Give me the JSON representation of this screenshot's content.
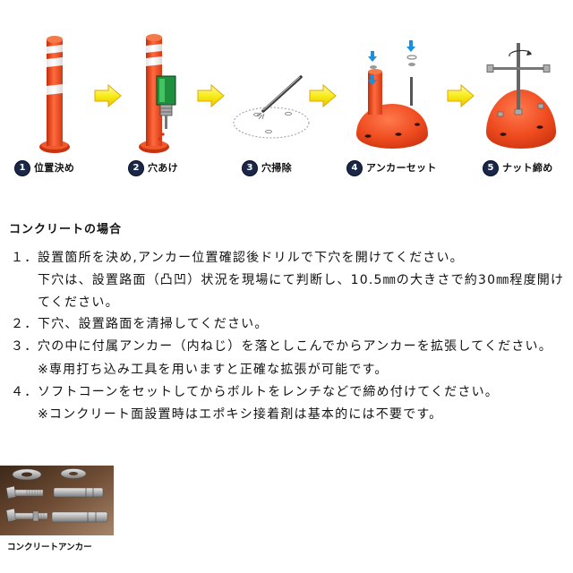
{
  "steps": [
    {
      "number": "1",
      "label": "位置決め"
    },
    {
      "number": "2",
      "label": "穴あけ"
    },
    {
      "number": "3",
      "label": "穴掃除"
    },
    {
      "number": "4",
      "label": "アンカーセット"
    },
    {
      "number": "5",
      "label": "ナット締め"
    }
  ],
  "instructions": {
    "heading": "コンクリートの場合",
    "items": [
      {
        "marker": "１．",
        "lines": [
          "設置箇所を決め,アンカー位置確認後ドリルで下穴を開けてください。",
          "下穴は、設置路面（凸凹）状況を現場にて判断し、10.5㎜の大きさで約30㎜程度開け",
          "てください。"
        ]
      },
      {
        "marker": "２．",
        "lines": [
          "下穴、設置路面を清掃してください。"
        ]
      },
      {
        "marker": "３．",
        "lines": [
          "穴の中に付属アンカー（内ねじ）を落としこんでからアンカーを拡張してください。",
          "※専用打ち込み工具を用いますと正確な拡張が可能です。"
        ]
      },
      {
        "marker": "４．",
        "lines": [
          "ソフトコーンをセットしてからボルトをレンチなどで締め付けてください。",
          "※コンクリート面設置時はエポキシ接着剤は基本的には不要です。"
        ]
      }
    ]
  },
  "photo": {
    "caption": "コンクリートアンカー"
  },
  "icons": {
    "step_arrow": "arrow-right-icon",
    "insert_arrow": "arrow-down-icon",
    "rotation": "rotate-icon"
  },
  "colors": {
    "pole_red": "#e8431c",
    "reflective_band": "#ffffff",
    "step_badge": "#1b2748",
    "step_arrow_yellow": "#f8ec1a",
    "insert_arrow_blue": "#1a8fe0",
    "drill_green": "#1e8f3c"
  }
}
